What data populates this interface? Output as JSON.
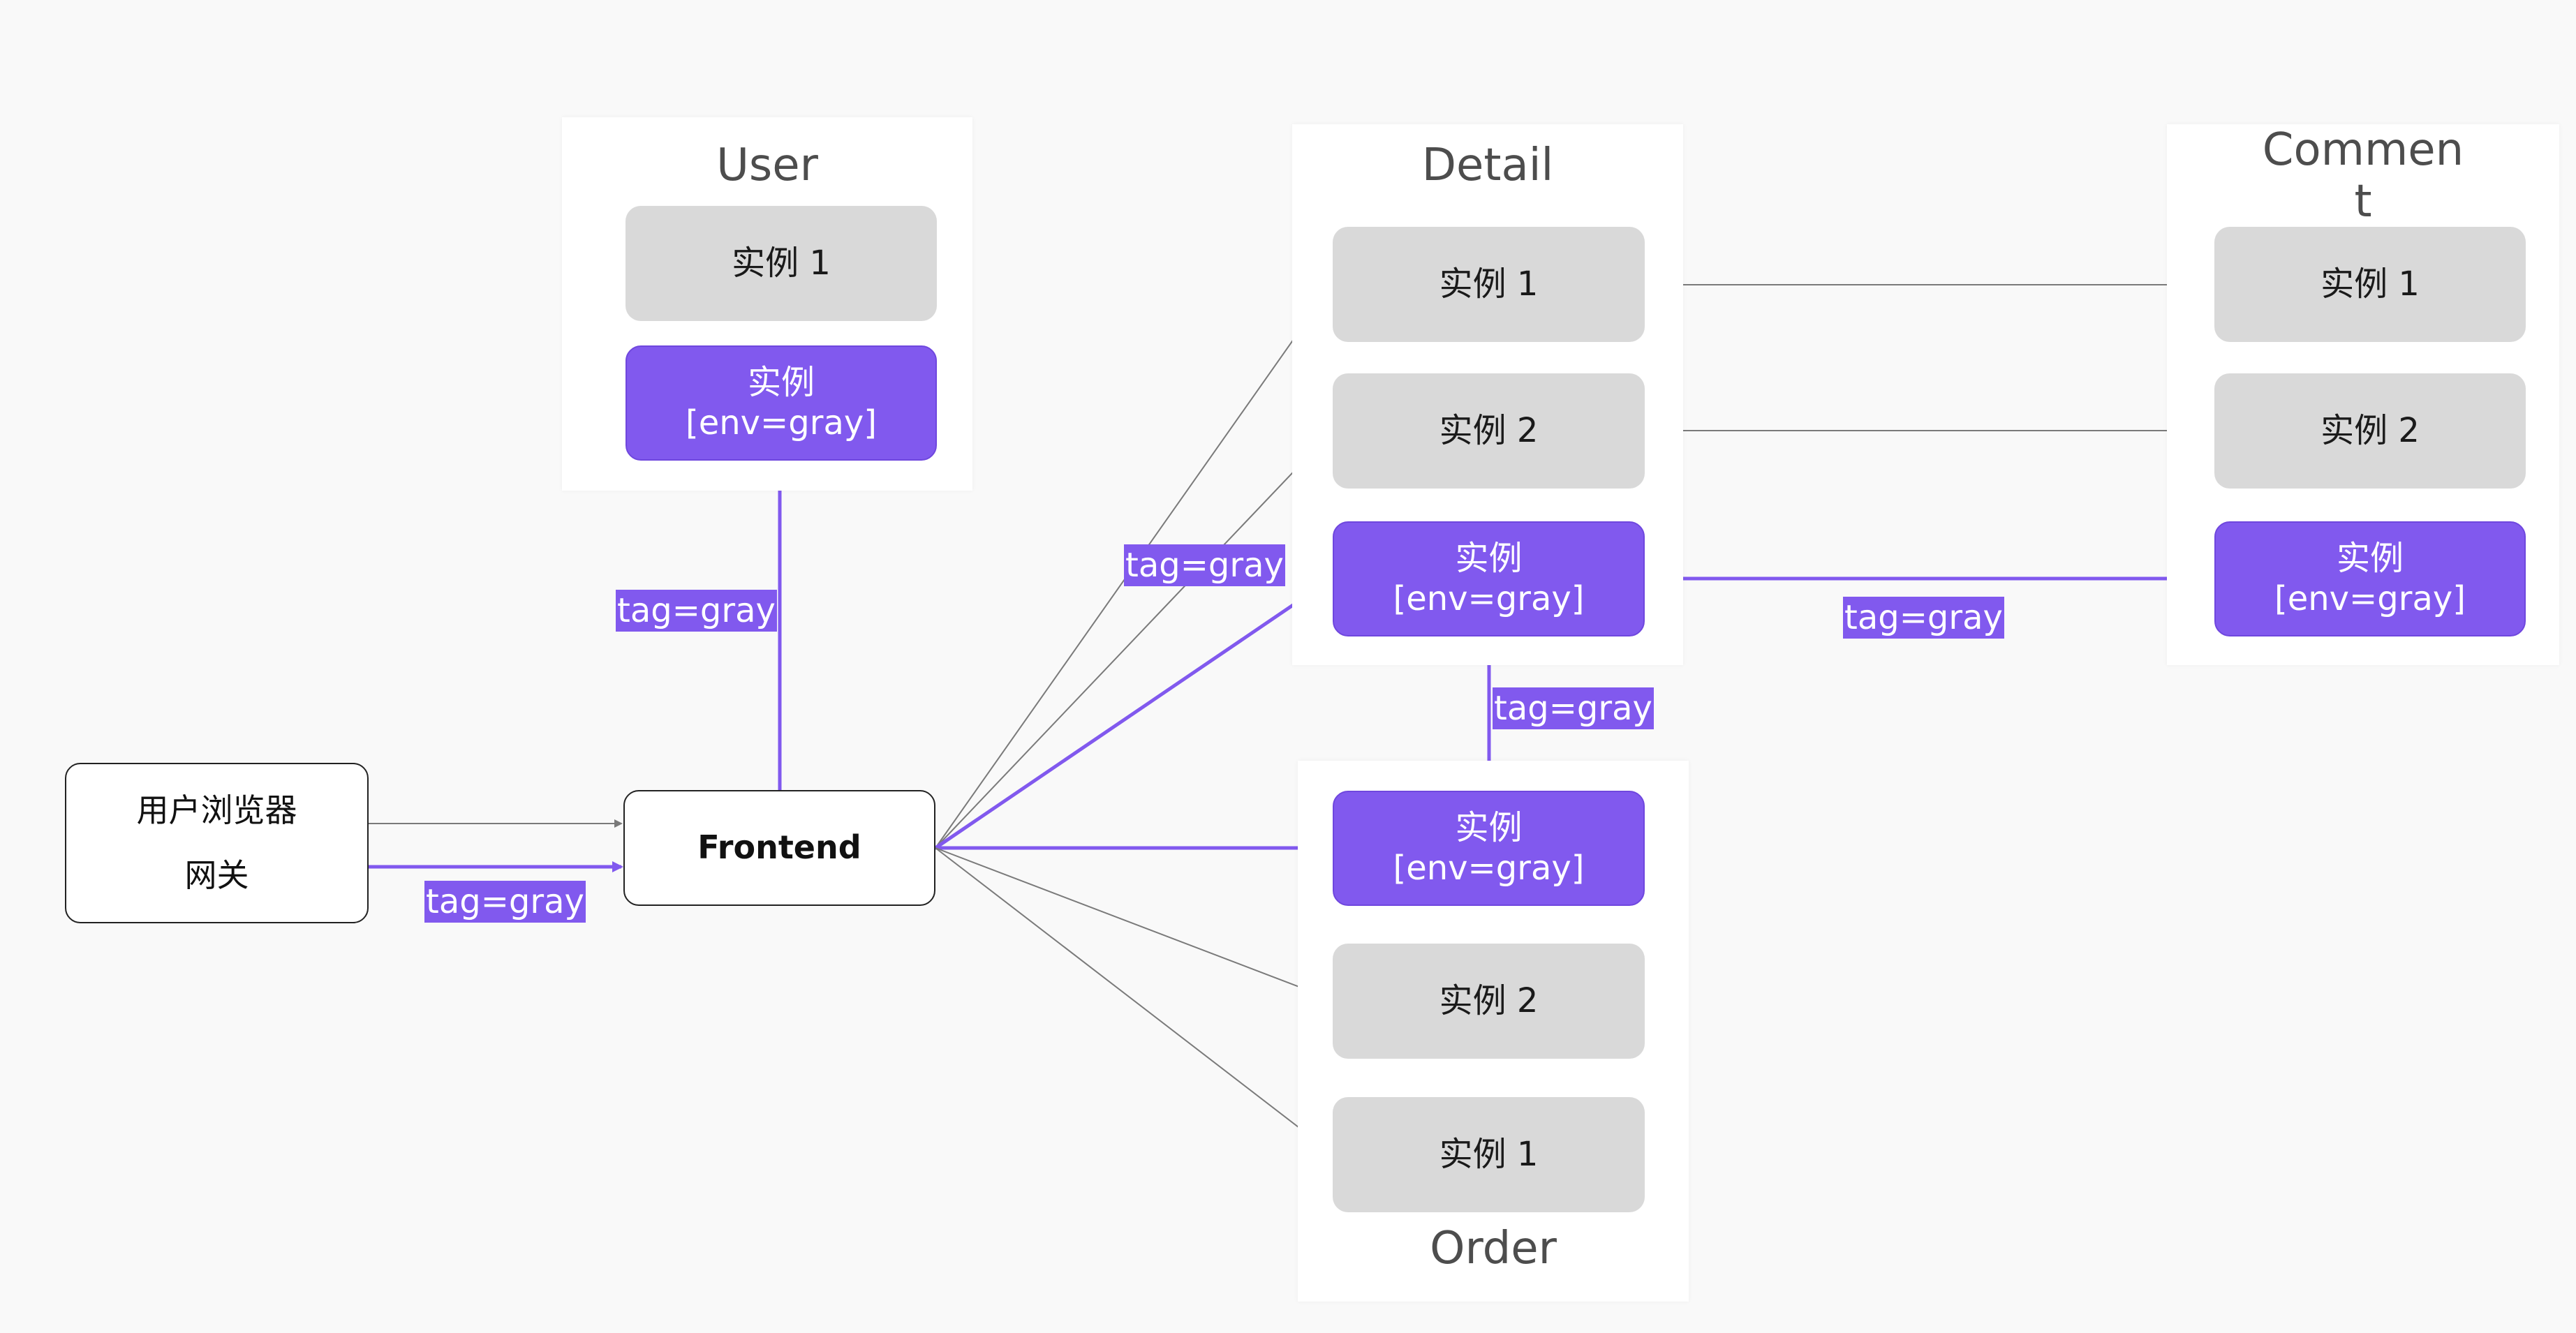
{
  "colors": {
    "accent": "#8159ee",
    "instance": "#d9d9d9",
    "line": "#7a7a7a",
    "panel": "#ffffff"
  },
  "client": {
    "line1": "用户浏览器",
    "line2": "网关"
  },
  "frontend": {
    "label": "Frontend"
  },
  "user_service": {
    "title": "User",
    "instance_1": "实例 1",
    "gray_label": "实例",
    "gray_env": "[env=gray]"
  },
  "detail_service": {
    "title": "Detail",
    "instance_1": "实例 1",
    "instance_2": "实例 2",
    "gray_label": "实例",
    "gray_env": "[env=gray]"
  },
  "comment_service": {
    "title": "Comment",
    "instance_1": "实例 1",
    "instance_2": "实例 2",
    "gray_label": "实例",
    "gray_env": "[env=gray]"
  },
  "order_service": {
    "title": "Order",
    "instance_1": "实例 1",
    "instance_2": "实例 2",
    "gray_label": "实例",
    "gray_env": "[env=gray]"
  },
  "tags": {
    "client_to_frontend": "tag=gray",
    "frontend_to_user": "tag=gray",
    "frontend_to_detail": "tag=gray",
    "detail_to_comment": "tag=gray",
    "order_to_detail": "tag=gray"
  }
}
